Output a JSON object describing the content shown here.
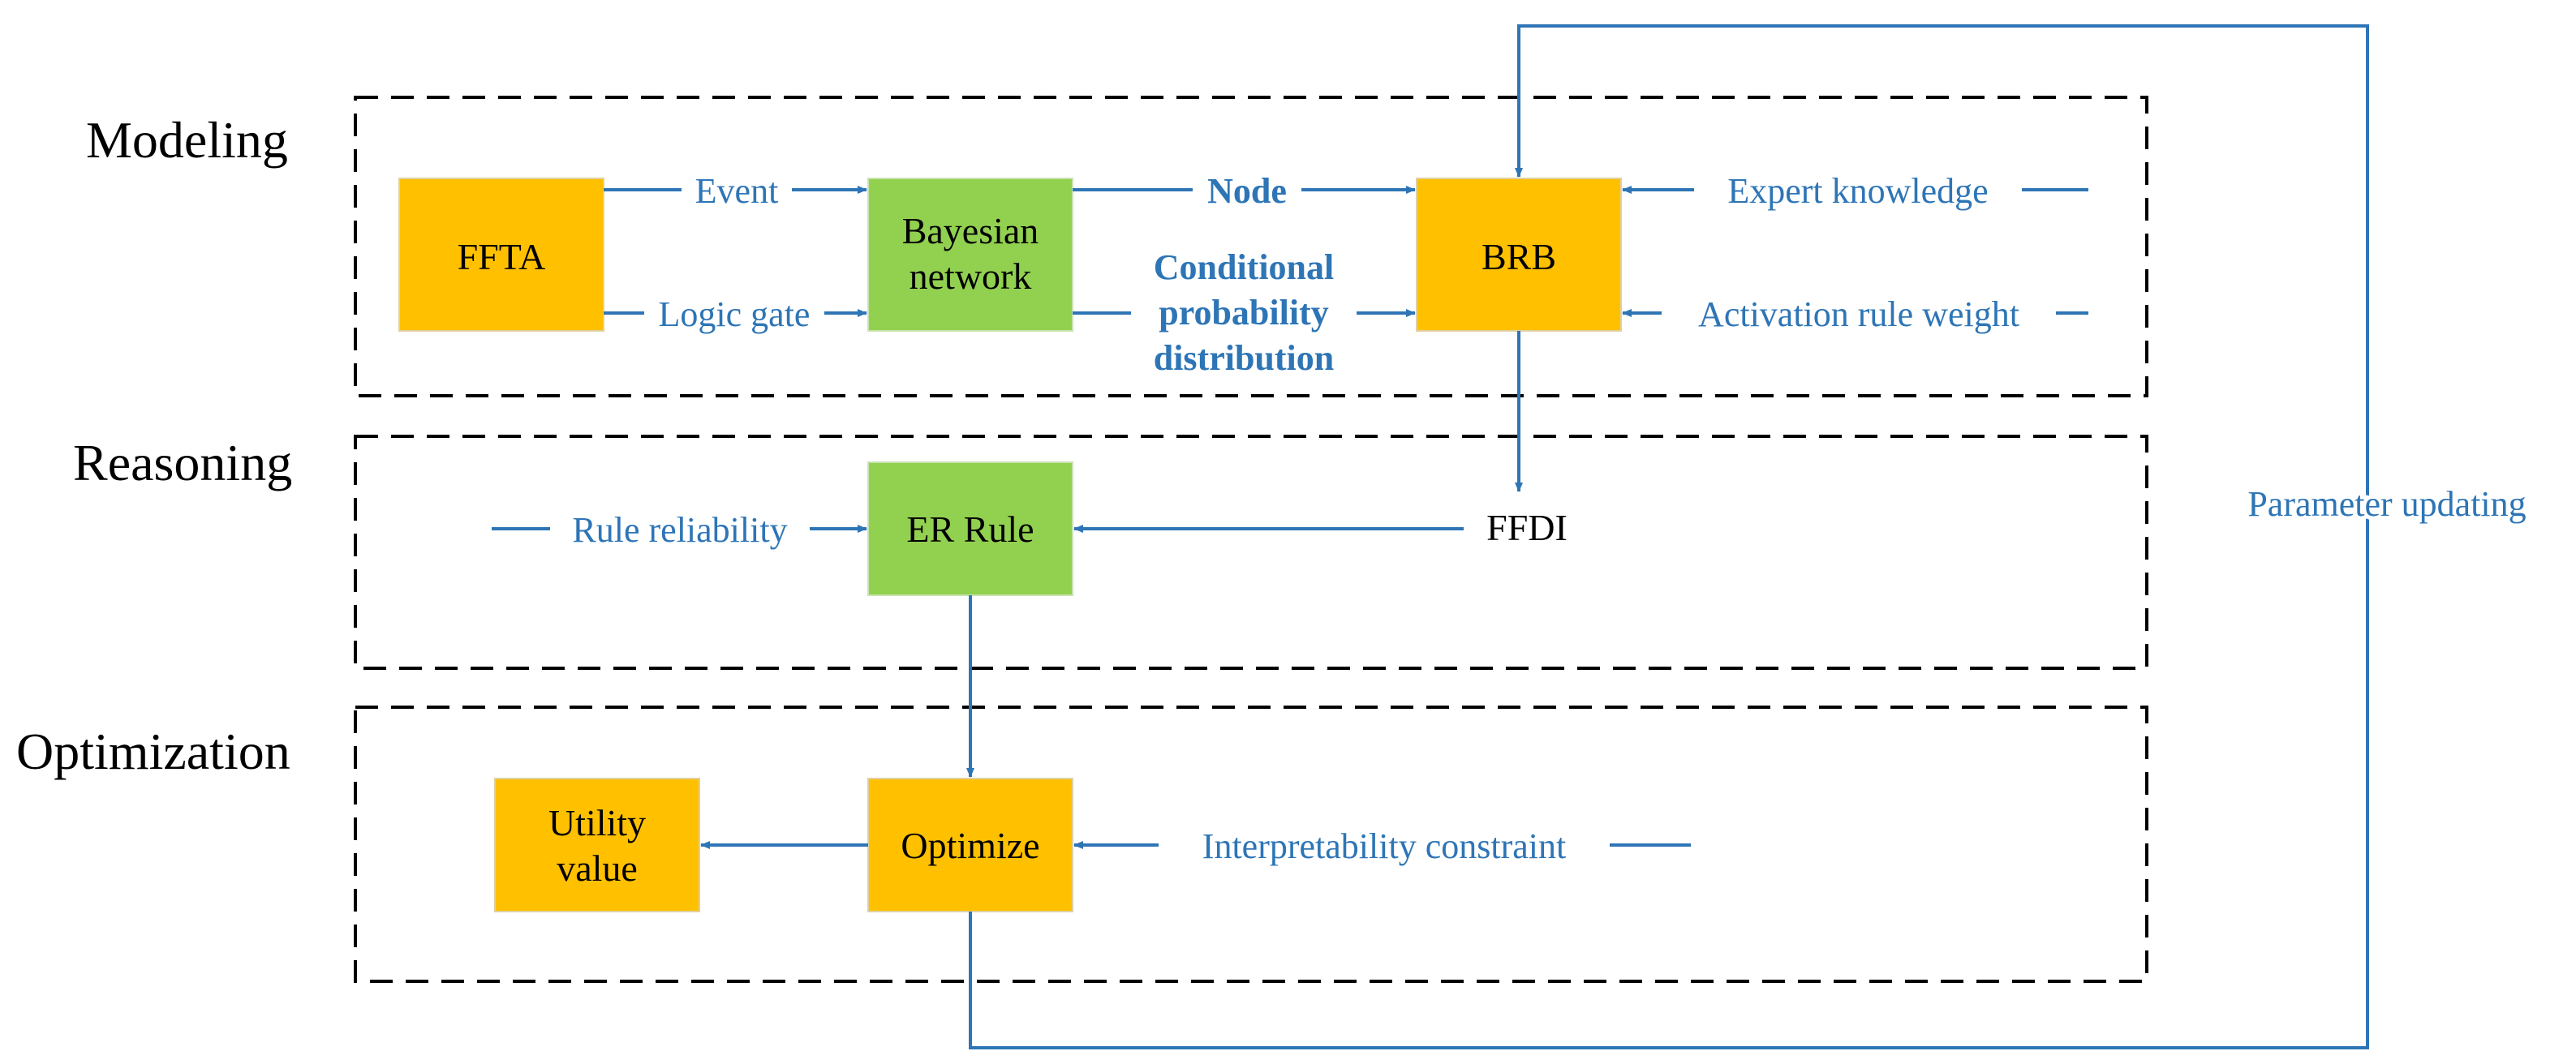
{
  "colors": {
    "orange_box": "#FFC000",
    "green_box": "#92D050",
    "line_blue": "#2E75B6",
    "text_blue": "#2E75B6",
    "dash_border": "#000000",
    "text_black": "#000000"
  },
  "sections": {
    "modeling": "Modeling",
    "reasoning": "Reasoning",
    "optimization": "Optimization"
  },
  "nodes": {
    "ffta": "FFTA",
    "bayesian_line1": "Bayesian",
    "bayesian_line2": "network",
    "brb": "BRB",
    "er_rule": "ER Rule",
    "optimize": "Optimize",
    "utility_line1": "Utility",
    "utility_line2": "value",
    "ffdi": "FFDI"
  },
  "edge_labels": {
    "event": "Event",
    "logic_gate": "Logic gate",
    "node": "Node",
    "cpd_line1": "Conditional",
    "cpd_line2": "probability",
    "cpd_line3": "distribution",
    "expert_knowledge": "Expert knowledge",
    "activation_rule_weight": "Activation rule weight",
    "rule_reliability": "Rule reliability",
    "interpretability_constraint": "Interpretability constraint",
    "parameter_updating": "Parameter updating"
  }
}
